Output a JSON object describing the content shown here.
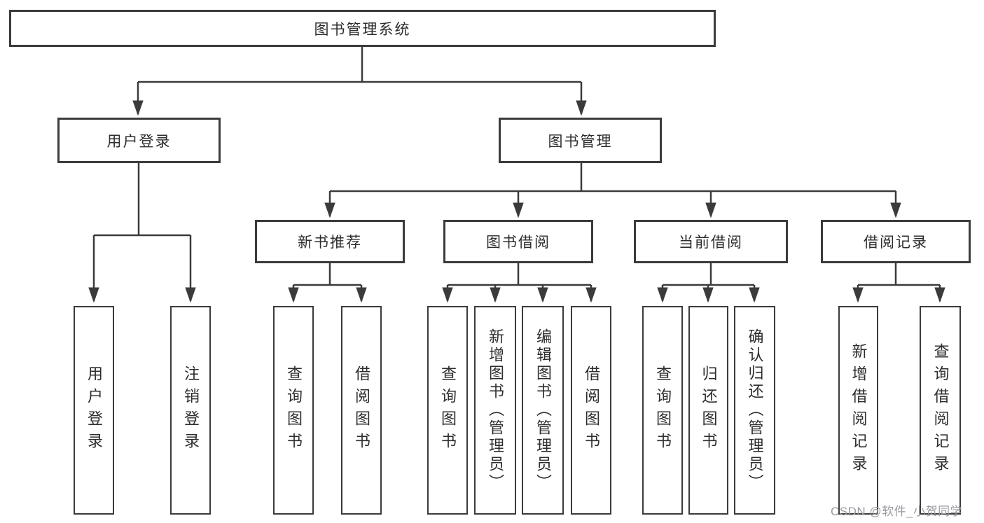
{
  "diagram": {
    "title": "图书管理系统",
    "tree": {
      "label": "图书管理系统",
      "children": [
        {
          "label": "用户登录",
          "children": [
            {
              "label": "用户登录"
            },
            {
              "label": "注销登录"
            }
          ]
        },
        {
          "label": "图书管理",
          "children": [
            {
              "label": "新书推荐",
              "children": [
                {
                  "label": "查询图书"
                },
                {
                  "label": "借阅图书"
                }
              ]
            },
            {
              "label": "图书借阅",
              "children": [
                {
                  "label": "查询图书"
                },
                {
                  "label": "新增图书（管理员）"
                },
                {
                  "label": "编辑图书（管理员）"
                },
                {
                  "label": "借阅图书"
                }
              ]
            },
            {
              "label": "当前借阅",
              "children": [
                {
                  "label": "查询图书"
                },
                {
                  "label": "归还图书"
                },
                {
                  "label": "确认归还（管理员）"
                }
              ]
            },
            {
              "label": "借阅记录",
              "children": [
                {
                  "label": "新增借阅记录"
                },
                {
                  "label": "查询借阅记录"
                }
              ]
            }
          ]
        }
      ]
    }
  },
  "watermark": {
    "text": "CSDN @软件_小贺同学"
  },
  "colors": {
    "line": "#3b3b3b",
    "box_border": "#3b3b3b",
    "text": "#2d2d2d",
    "background": "#ffffff",
    "watermark": "#9a9aa2"
  }
}
